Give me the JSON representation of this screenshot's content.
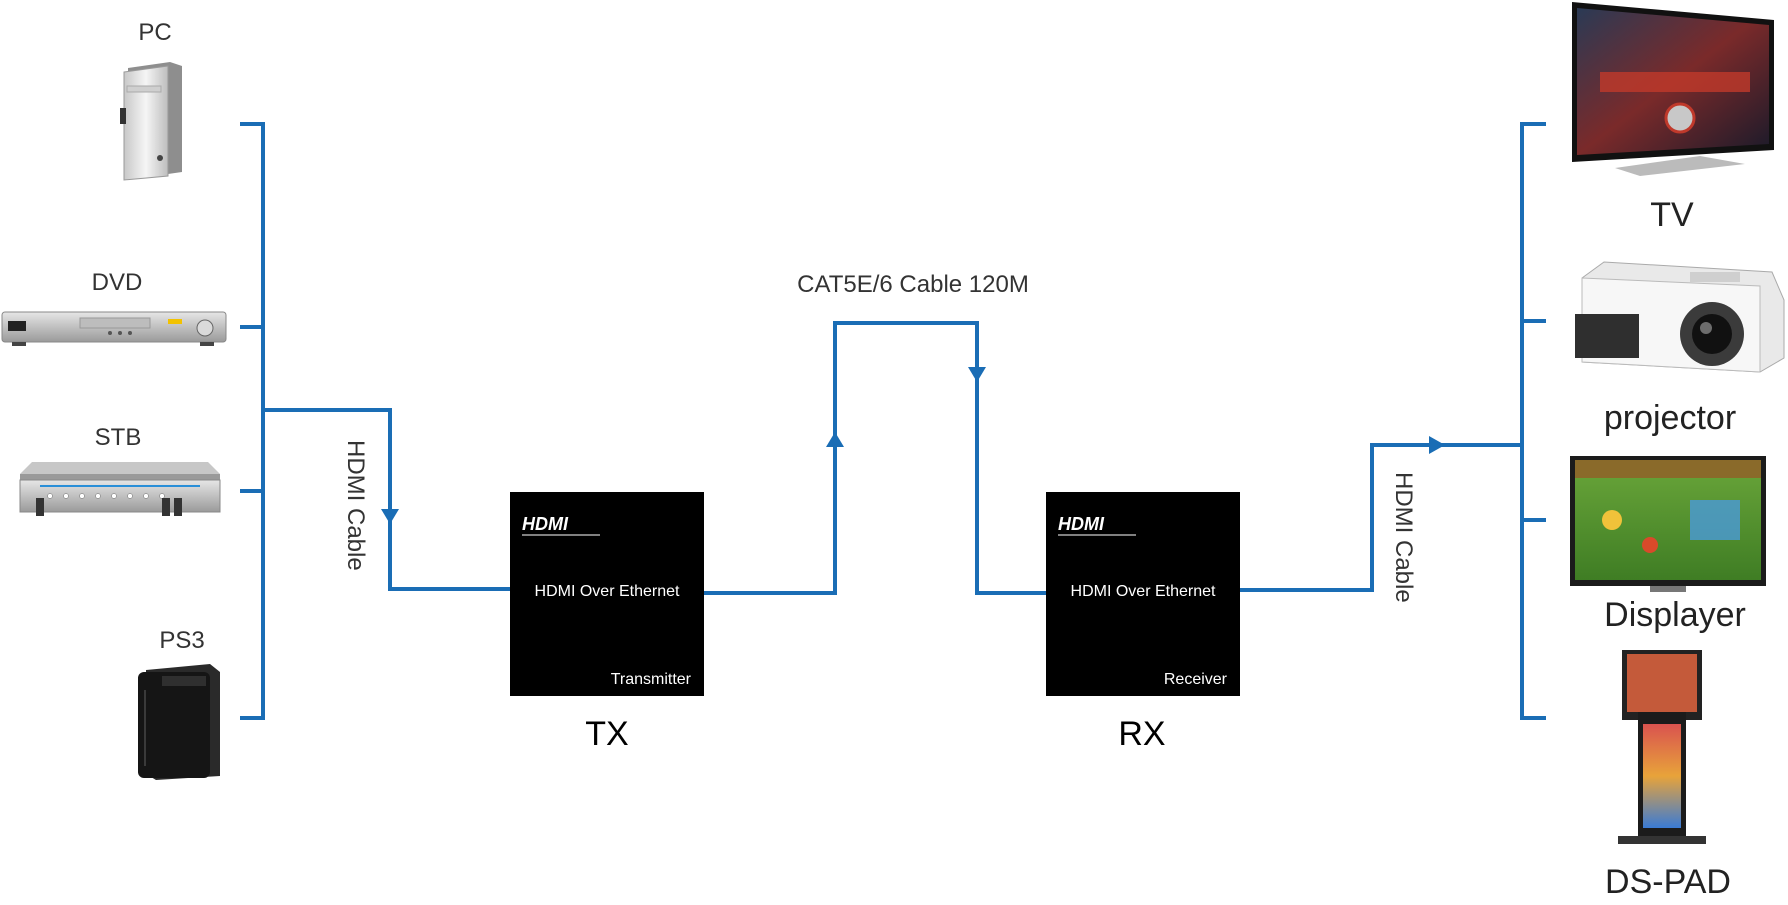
{
  "sources": {
    "pc": "PC",
    "dvd": "DVD",
    "stb": "STB",
    "ps3": "PS3"
  },
  "outputs": {
    "tv": "TV",
    "projector": "projector",
    "displayer": "Displayer",
    "dspad": "DS-PAD"
  },
  "cables": {
    "left_hdmi": "HDMI Cable",
    "right_hdmi": "HDMI Cable",
    "cat": "CAT5E/6 Cable 120M"
  },
  "tx": {
    "logo": "HDMI",
    "name": "HDMI Over Ethernet",
    "role": "Transmitter",
    "label": "TX"
  },
  "rx": {
    "logo": "HDMI",
    "name": "HDMI Over Ethernet",
    "role": "Receiver",
    "label": "RX"
  },
  "colors": {
    "line": "#1a6db5",
    "box": "#000000"
  }
}
